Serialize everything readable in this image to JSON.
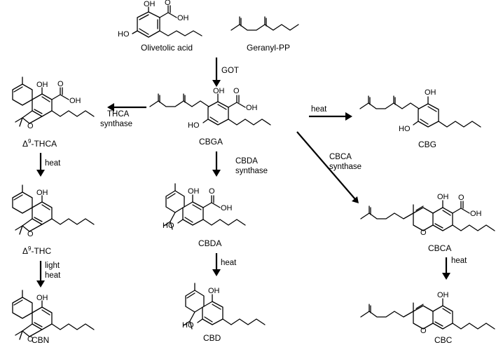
{
  "compounds": {
    "olivetolic_acid": "Olivetolic acid",
    "geranyl_pp": "Geranyl-PP",
    "cbga": "CBGA",
    "thca": "Δ9-THCA",
    "thca_delta": "Δ",
    "thca_sup": "9",
    "thca_suffix": "-THCA",
    "thc_delta": "Δ",
    "thc_sup": "9",
    "thc_suffix": "-THC",
    "cbg": "CBG",
    "cbda": "CBDA",
    "cbca": "CBCA",
    "cbn": "CBN",
    "cbd": "CBD",
    "cbc": "CBC"
  },
  "reactions": {
    "got": "GOT",
    "thca_synthase_1": "THCA",
    "thca_synthase_2": "synthase",
    "cbda_synthase_1": "CBDA",
    "cbda_synthase_2": "synthase",
    "cbca_synthase_1": "CBCA",
    "cbca_synthase_2": "synthase",
    "heat": "heat",
    "light": "light"
  },
  "atoms": {
    "oh": "OH",
    "ho": "HO",
    "o": "O"
  }
}
